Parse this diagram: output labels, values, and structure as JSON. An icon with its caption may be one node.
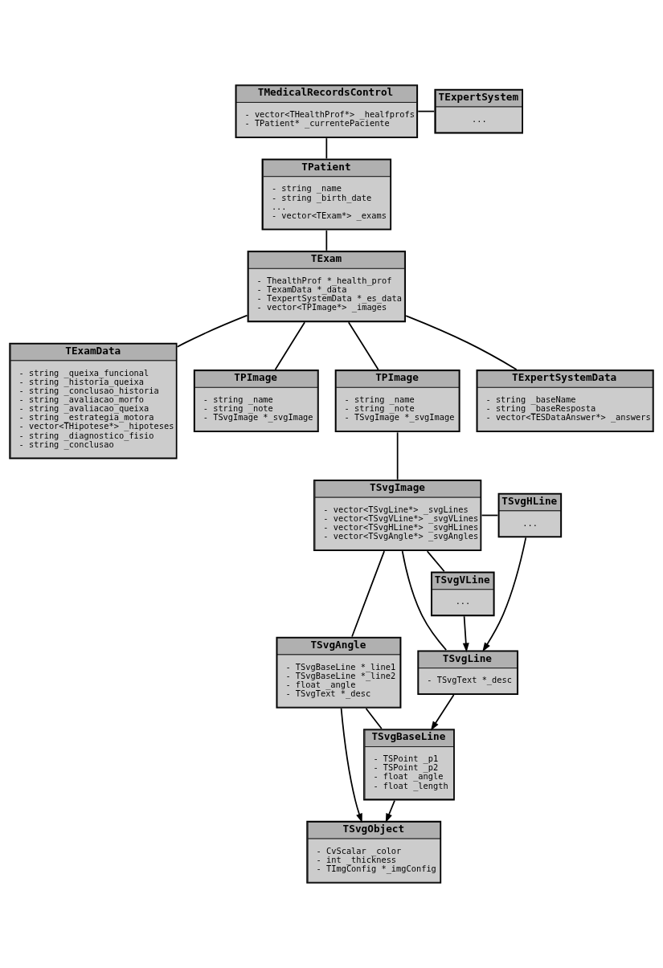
{
  "diagram": {
    "nodes": [
      {
        "text": [
          "TMedicalRecordsControl",
          "- vector<THealthProf*> _healfprofs",
          "- TPatient* _currentePaciente"
        ]
      },
      {
        "text": [
          "TExpertSystem",
          "..."
        ]
      },
      {
        "text": [
          "TPatient",
          "- string _name",
          "- string _birth_date",
          "...",
          "- vector<TExam*> _exams"
        ]
      },
      {
        "text": [
          "TExamData",
          "- string _queixa_funcional",
          "- string _historia_queixa",
          "- string _conclusao_historia",
          "- string _avaliacao_morfo",
          "- string _avaliacao_queixa",
          "- string _estrategia_motora",
          "- vector<THipotese*> _hipoteses",
          "- string _diagnostico_fisio",
          "- string _conclusao"
        ]
      },
      {
        "text": [
          "TExam",
          "- ThealthProf *_health_prof",
          "- TexamData *_data",
          "- TexpertSystemData *_es_data",
          "- vector<TPImage*> _images"
        ]
      },
      {
        "text": [
          "TPImage",
          "- string _name",
          "- string _note",
          "- TSvgImage *_svgImage"
        ]
      },
      {
        "text": [
          "TPImage",
          "- string _name",
          "- string _note",
          "- TSvgImage *_svgImage"
        ]
      },
      {
        "text": [
          "TExpertSystemData",
          "- string _baseName",
          "- string _baseResposta",
          "- vector<TESDataAnswer*> _answers"
        ]
      },
      {
        "text": [
          "TSvgImage",
          "- vector<TSvgLine*> _svgLines",
          "- vector<TSvgVLine*> _svgVLines",
          "- vector<TSvgHLine*> _svgHLines",
          "- vector<TSvgAngle*> _svgAngles"
        ]
      },
      {
        "text": [
          "TSvgHLine",
          "..."
        ]
      },
      {
        "text": [
          "TSvgVLine",
          "..."
        ]
      },
      {
        "text": [
          "TSvgAngle",
          "- TSvgBaseLine *_line1",
          "- TSvgBaseLine *_line2",
          "- float _angle",
          "- TSvgText *_desc"
        ]
      },
      {
        "text": [
          "TSvgLine",
          "- TSvgText *_desc"
        ]
      },
      {
        "text": [
          "TSvgObject",
          "- CvScalar _color",
          "- int _thickness",
          "- TImgConfig *_imgConfig"
        ]
      },
      {
        "text": [
          "TSvgBaseLine",
          "- TSPoint _p1",
          "- TSPoint _p2",
          "- float _angle",
          "- float _length"
        ]
      }
    ],
    "edges": [
      {
        "from": 0,
        "to": 1,
        "arrow": "none"
      },
      {
        "from": 0,
        "to": 2,
        "arrow": "none"
      },
      {
        "from": 2,
        "to": 4,
        "arrow": "none"
      },
      {
        "from": 4,
        "to": 3,
        "arrow": "none"
      },
      {
        "from": 4,
        "to": 5,
        "arrow": "none"
      },
      {
        "from": 4,
        "to": 7,
        "arrow": "none"
      },
      {
        "from": 4,
        "to": 6,
        "arrow": "none"
      },
      {
        "from": 6,
        "to": 8,
        "arrow": "none"
      },
      {
        "from": 8,
        "to": 9,
        "arrow": "none"
      },
      {
        "from": 8,
        "to": 10,
        "arrow": "none"
      },
      {
        "from": 8,
        "to": 11,
        "arrow": "none"
      },
      {
        "from": 8,
        "to": 12,
        "arrow": "none"
      },
      {
        "from": 9,
        "to": 12,
        "arrow": "to"
      },
      {
        "from": 10,
        "to": 12,
        "arrow": "to"
      },
      {
        "from": 11,
        "to": 13,
        "arrow": "to"
      },
      {
        "from": 11,
        "to": 14,
        "arrow": "none"
      },
      {
        "from": 12,
        "to": 14,
        "arrow": "to"
      },
      {
        "from": 14,
        "to": 13,
        "arrow": "to"
      }
    ]
  }
}
